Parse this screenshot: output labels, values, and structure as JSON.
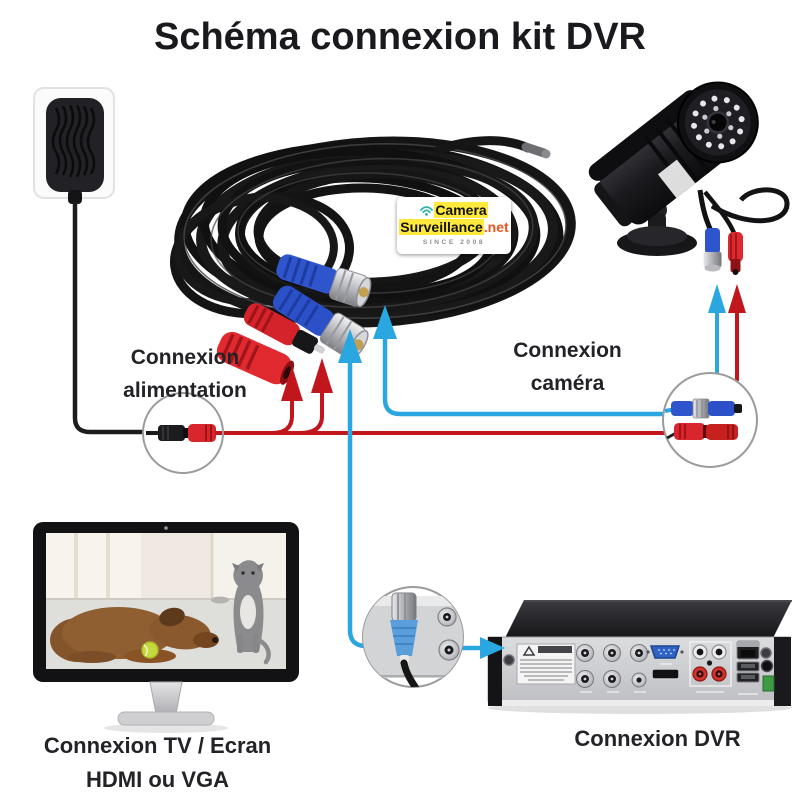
{
  "title": "Schéma connexion kit DVR",
  "labels": {
    "power_line1": "Connexion",
    "power_line2": "alimentation",
    "camera_line1": "Connexion",
    "camera_line2": "caméra",
    "tv_line1": "Connexion TV / Ecran",
    "tv_line2": "HDMI ou VGA",
    "dvr": "Connexion DVR"
  },
  "logo": {
    "brand_top": "Camera",
    "brand_bottom": "Surveillance",
    "brand_tld": ".net",
    "tagline": "SINCE 2008"
  },
  "icons": {
    "logo_icon": "wifi-icon",
    "flow_markers": "arrow-icons"
  },
  "colors": {
    "power_flow": "#c2161d",
    "video_flow": "#2aa7e0",
    "connector_red": "#dc2a30",
    "connector_blue": "#2f55cc",
    "logo_highlight": "#ffe93c",
    "logo_tld": "#f0541f",
    "logo_wifi": "#2fb3a8",
    "title_text": "#1a1a1e"
  }
}
